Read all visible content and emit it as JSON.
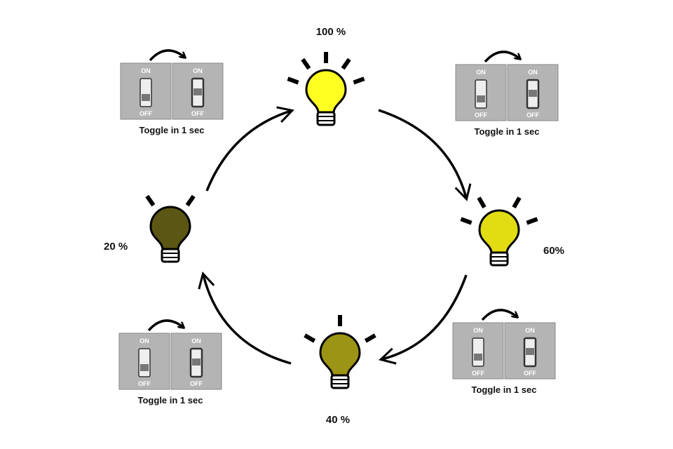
{
  "bulbs": [
    {
      "id": "100",
      "label": "100 %",
      "color": "#ffff22",
      "rays": 5
    },
    {
      "id": "60",
      "label": "60%",
      "color": "#e2dc12",
      "rays": 4
    },
    {
      "id": "40",
      "label": "40 %",
      "color": "#9c9414",
      "rays": 3
    },
    {
      "id": "20",
      "label": "20 %",
      "color": "#5c5614",
      "rays": 2
    }
  ],
  "switch_panels": [
    {
      "caption": "Toggle in 1 sec",
      "on_label": "ON",
      "off_label": "OFF"
    },
    {
      "caption": "Toggle in 1 sec",
      "on_label": "ON",
      "off_label": "OFF"
    },
    {
      "caption": "Toggle in 1 sec",
      "on_label": "ON",
      "off_label": "OFF"
    },
    {
      "caption": "Toggle in 1 sec",
      "on_label": "ON",
      "off_label": "OFF"
    }
  ],
  "colors": {
    "panel": "#b4b4b4",
    "arrow": "#000000"
  }
}
